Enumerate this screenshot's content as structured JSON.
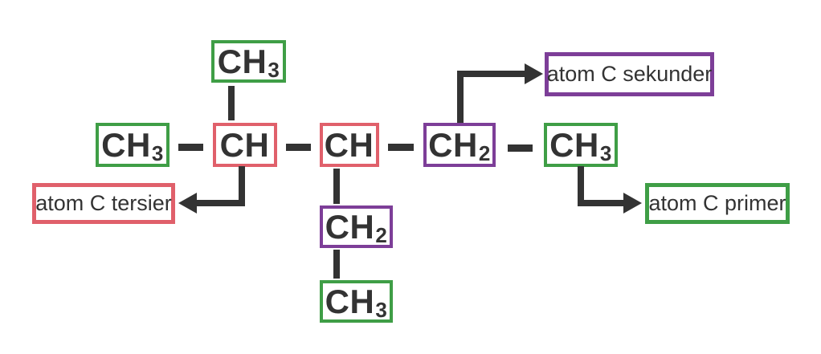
{
  "colors": {
    "green": "#3f9e46",
    "red": "#e0606b",
    "purple": "#7d3e98",
    "dark": "#333333",
    "background": "#ffffff"
  },
  "molecule": {
    "top_ch3": {
      "base": "CH",
      "sub": "3"
    },
    "left_ch3": {
      "base": "CH",
      "sub": "3"
    },
    "tertiary_ch": {
      "base": "CH",
      "sub": ""
    },
    "middle_ch": {
      "base": "CH",
      "sub": ""
    },
    "secondary_ch2": {
      "base": "CH",
      "sub": "2"
    },
    "right_ch3": {
      "base": "CH",
      "sub": "3"
    },
    "branch_ch2": {
      "base": "CH",
      "sub": "2"
    },
    "branch_ch3": {
      "base": "CH",
      "sub": "3"
    }
  },
  "labels": {
    "tertiary": "atom C tersier",
    "secondary": "atom C sekunder",
    "primary": "atom C primer"
  }
}
